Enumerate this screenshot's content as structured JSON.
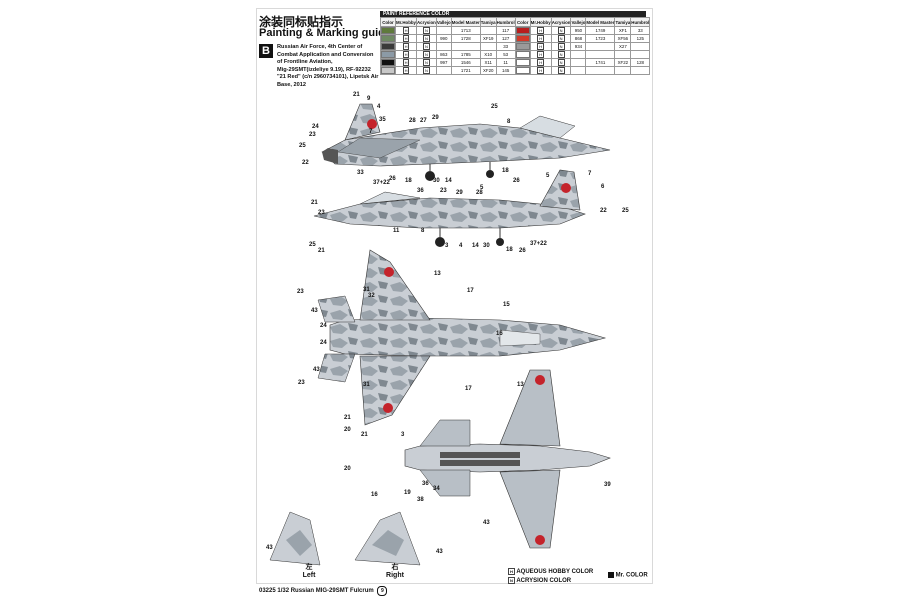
{
  "titles": {
    "chinese": "涂装同标贴指示",
    "english": "Painting & Marking guide"
  },
  "scheme": {
    "letter": "B",
    "lines": [
      "Russian Air Force, 4th Center of",
      "Combat Application and Conversion",
      "of Frontline Aviation,",
      "Mig-29SMT(izdeliye 9.19), RF-92232",
      "\"21 Red\" (c/n 2960734101), Lipetsk Air",
      "Base, 2012"
    ]
  },
  "reference": {
    "header": "PAINT REFERENCE COLOR",
    "columns": [
      "Color",
      "Mr.Hobby",
      "Acrysion",
      "Vallejo",
      "Model Master",
      "Tamiya",
      "Humbrol"
    ],
    "left_rows": [
      {
        "swatch": "#5f7a3c",
        "hobby": "H",
        "acry": "N",
        "vallejo": "",
        "mm": "1713",
        "tamiya": "",
        "humbrol": "117"
      },
      {
        "swatch": "#6f8a63",
        "hobby": "H",
        "acry": "N",
        "vallejo": "990",
        "mm": "1728",
        "tamiya": "XF19",
        "humbrol": "127"
      },
      {
        "swatch": "#3a3a3a",
        "hobby": "H",
        "acry": "N",
        "vallejo": "",
        "mm": "",
        "tamiya": "",
        "humbrol": "33"
      },
      {
        "swatch": "#8c9aa6",
        "hobby": "H",
        "acry": "N",
        "vallejo": "863",
        "mm": "1785",
        "tamiya": "X10",
        "humbrol": "53"
      },
      {
        "swatch": "#111111",
        "hobby": "H",
        "acry": "N",
        "vallejo": "997",
        "mm": "1546",
        "tamiya": "X11",
        "humbrol": "11"
      },
      {
        "swatch": "#c8c8c8",
        "hobby": "H",
        "acry": "N",
        "vallejo": "",
        "mm": "1721",
        "tamiya": "XF20",
        "humbrol": "145"
      }
    ],
    "right_rows": [
      {
        "swatch": "#b81e1e",
        "hobby": "H",
        "acry": "N",
        "vallejo": "950",
        "mm": "1749",
        "tamiya": "XF1",
        "humbrol": "33"
      },
      {
        "swatch": "#d23a2a",
        "hobby": "H",
        "acry": "N",
        "vallejo": "868",
        "mm": "1723",
        "tamiya": "XF56",
        "humbrol": "125"
      },
      {
        "swatch": "#9a9a9a",
        "hobby": "H",
        "acry": "N",
        "vallejo": "934",
        "mm": "",
        "tamiya": "X27",
        "humbrol": ""
      },
      {
        "swatch": "#ffffff",
        "hobby": "H",
        "acry": "N",
        "vallejo": "",
        "mm": "",
        "tamiya": "",
        "humbrol": ""
      },
      {
        "swatch": "#ffffff",
        "hobby": "H",
        "acry": "N",
        "vallejo": "",
        "mm": "1741",
        "tamiya": "XF22",
        "humbrol": "128"
      },
      {
        "swatch": "#ffffff",
        "hobby": "H",
        "acry": "N",
        "vallejo": "",
        "mm": "",
        "tamiya": "",
        "humbrol": ""
      }
    ]
  },
  "callouts": [
    {
      "t": "21"
    },
    {
      "t": "9"
    },
    {
      "t": "4"
    },
    {
      "t": "35"
    },
    {
      "t": "24"
    },
    {
      "t": "23"
    },
    {
      "t": "25"
    },
    {
      "t": "7"
    },
    {
      "t": "28"
    },
    {
      "t": "27"
    },
    {
      "t": "29"
    },
    {
      "t": "25"
    },
    {
      "t": "8"
    },
    {
      "t": "22"
    },
    {
      "t": "33"
    },
    {
      "t": "26"
    },
    {
      "t": "18"
    },
    {
      "t": "30"
    },
    {
      "t": "14"
    },
    {
      "t": "5"
    },
    {
      "t": "37+22"
    },
    {
      "t": "18"
    },
    {
      "t": "26"
    },
    {
      "t": "36"
    },
    {
      "t": "23"
    },
    {
      "t": "29"
    },
    {
      "t": "28"
    },
    {
      "t": "7"
    },
    {
      "t": "6"
    },
    {
      "t": "5"
    },
    {
      "t": "21"
    },
    {
      "t": "23"
    },
    {
      "t": "22"
    },
    {
      "t": "25"
    },
    {
      "t": "11"
    },
    {
      "t": "8"
    },
    {
      "t": "25"
    },
    {
      "t": "21"
    },
    {
      "t": "3"
    },
    {
      "t": "4"
    },
    {
      "t": "14"
    },
    {
      "t": "30"
    },
    {
      "t": "37+22"
    },
    {
      "t": "18"
    },
    {
      "t": "26"
    },
    {
      "t": "13"
    },
    {
      "t": "23"
    },
    {
      "t": "31"
    },
    {
      "t": "32"
    },
    {
      "t": "17"
    },
    {
      "t": "15"
    },
    {
      "t": "43"
    },
    {
      "t": "24"
    },
    {
      "t": "16"
    },
    {
      "t": "24"
    },
    {
      "t": "23"
    },
    {
      "t": "43"
    },
    {
      "t": "31"
    },
    {
      "t": "17"
    },
    {
      "t": "21"
    },
    {
      "t": "20"
    },
    {
      "t": "21"
    },
    {
      "t": "3"
    },
    {
      "t": "13"
    },
    {
      "t": "36"
    },
    {
      "t": "34"
    },
    {
      "t": "39"
    },
    {
      "t": "38"
    },
    {
      "t": "19"
    },
    {
      "t": "16"
    },
    {
      "t": "20"
    },
    {
      "t": "43"
    },
    {
      "t": "43"
    },
    {
      "t": "43"
    }
  ],
  "small_views": {
    "left_cn": "左",
    "left_en": "Left",
    "right_cn": "右",
    "right_en": "Right"
  },
  "legend": {
    "aqueous": "AQUEOUS HOBBY COLOR",
    "acrysion": "ACRYSION COLOR",
    "mr": "Mr. COLOR"
  },
  "footer": {
    "code": "03225 1/32  Russian MIG-29SMT Fulcrum",
    "page": "9"
  },
  "colors": {
    "camo_light": "#c9ced4",
    "camo_mid": "#9aa3ab",
    "camo_dark": "#6b747c",
    "star_red": "#c4232b"
  }
}
